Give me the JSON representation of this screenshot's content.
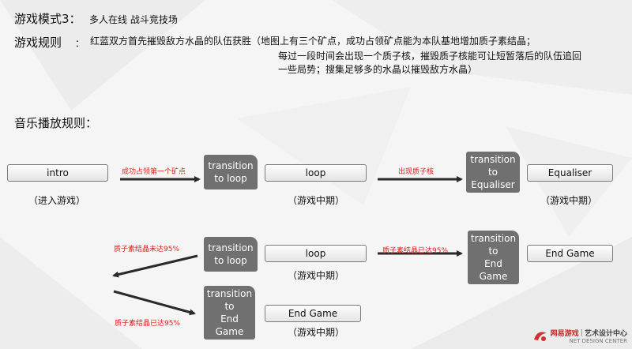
{
  "header": {
    "mode_label": "游戏模式3：",
    "mode_value": "多人在线 战斗竞技场",
    "rules_label": "游戏规则",
    "rules_colon": "：",
    "rules_line1": "红蓝双方首先摧毁敌方水晶的队伍获胜（地图上有三个矿点，成功占领矿点能为本队基地增加质子素结晶；",
    "rules_line2": "每过一段时间会出现一个质子核，摧毁质子核能可让短暂落后的队伍追回",
    "rules_line3": "一些局势；搜集足够多的水晶以摧毁敌方水晶）"
  },
  "section_title": "音乐播放规则：",
  "flow": {
    "row1": {
      "intro": "intro",
      "intro_caption": "（进入游戏）",
      "arrow1_label": "成功占领第一个矿点",
      "t1": "transition\nto loop",
      "loop": "loop",
      "loop_caption": "（游戏中期）",
      "arrow2_label": "出现质子核",
      "t2": "transition\nto\nEqualiser",
      "equaliser": "Equaliser",
      "equaliser_caption": "（游戏中期）"
    },
    "row2": {
      "branch_up_label": "质子素结晶未达95%",
      "t_loop": "transition\nto loop",
      "loop": "loop",
      "loop_caption": "（游戏中期）",
      "arrow_label": "质子素结晶已达95%",
      "t_end": "transition\nto\nEnd\nGame",
      "end_game": "End Game"
    },
    "row3": {
      "branch_down_label": "质子素结晶已达95%",
      "t_end": "transition\nto\nEnd\nGame",
      "end_game": "End Game",
      "end_caption": "（游戏中期）"
    }
  },
  "logo": {
    "brand": "网易游戏",
    "divider": "|",
    "center": "艺术设计中心",
    "sub": "NET DESIGN CENTER"
  }
}
